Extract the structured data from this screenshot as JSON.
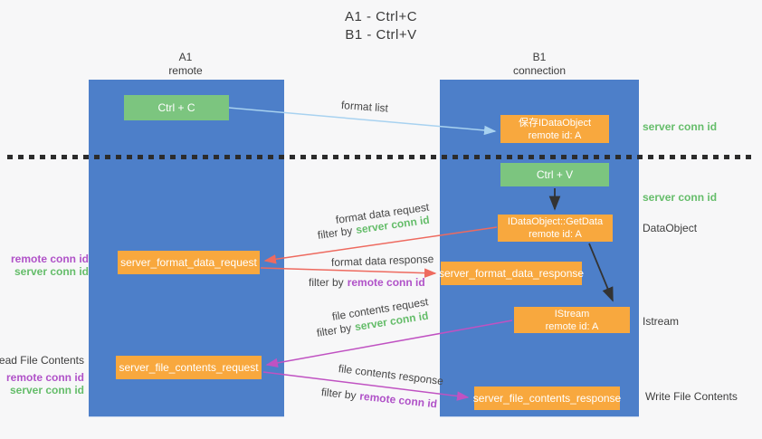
{
  "title": {
    "line1": "A1 - Ctrl+C",
    "line2": "B1 - Ctrl+V"
  },
  "columns": {
    "left": {
      "id": "A1",
      "subtitle": "remote"
    },
    "right": {
      "id": "B1",
      "subtitle": "connection"
    }
  },
  "boxes": {
    "ctrl_c": "Ctrl + C",
    "ctrl_v": "Ctrl + V",
    "save_idataobject": {
      "line1": "保存IDataObject",
      "line2": "remote id: A"
    },
    "getdata": {
      "line1": "IDataObject::GetData",
      "line2": "remote id: A"
    },
    "istream": {
      "line1": "IStream",
      "line2": "remote id: A"
    },
    "format_request": "server_format_data_request",
    "format_response": "server_format_data_response",
    "file_request": "server_file_contents_request",
    "file_response": "server_file_contents_response"
  },
  "arrow_labels": {
    "format_list": "format list",
    "format_data_request": "format data request",
    "format_data_response": "format data response",
    "file_contents_request": "file contents request",
    "file_contents_response": "file contents response",
    "filter_by": "filter by",
    "server_conn_id": "server conn id",
    "remote_conn_id": "remote conn id"
  },
  "side_right": {
    "server_conn_id_top": "server conn id",
    "server_conn_id_mid": "server conn id",
    "dataobject": "DataObject",
    "istream": "Istream",
    "write_file_contents": "Write File Contents"
  },
  "side_left": {
    "remote_conn_id_1": "remote conn id",
    "server_conn_id_1": "server conn id",
    "read_file_contents": "Read File Contents",
    "remote_conn_id_2": "remote conn id",
    "server_conn_id_2": "server conn id"
  },
  "colors": {
    "background": "#f7f7f8",
    "column_blue": "#4d7fc9",
    "box_green": "#7cc57f",
    "box_orange": "#f8a83e",
    "text_dark": "#3d3d3d",
    "text_green": "#65bd6a",
    "text_purple": "#b052c8",
    "arrow_blue": "#a8d2f0",
    "arrow_black": "#333333",
    "arrow_red": "#ee6a5f",
    "arrow_magenta": "#c052c2",
    "dotted_line": "#2c2c2c"
  }
}
